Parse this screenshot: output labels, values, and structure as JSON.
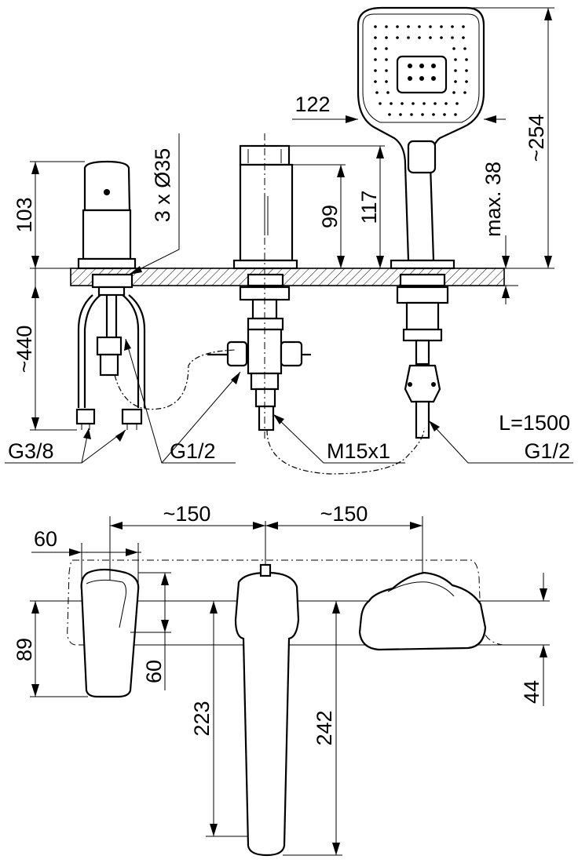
{
  "top_view": {
    "dims": {
      "handle_height": "103",
      "holes": "3 x Ø35",
      "spout_short": "99",
      "spout_tall": "117",
      "shower_width": "122",
      "shower_length": "~254",
      "deck_max": "max. 38",
      "hose_below": "~440"
    },
    "connections": {
      "g38": "G3/8",
      "g12_left": "G1/2",
      "m15": "M15x1",
      "hose_length": "L=1500",
      "g12_right": "G1/2"
    }
  },
  "plan_view": {
    "dims": {
      "spacing_left": "~150",
      "spacing_right": "~150",
      "handle_width": "60",
      "handle_depth_total": "89",
      "handle_depth": "60",
      "spout_depth_short": "223",
      "spout_depth_long": "242",
      "shower_depth": "44"
    }
  }
}
